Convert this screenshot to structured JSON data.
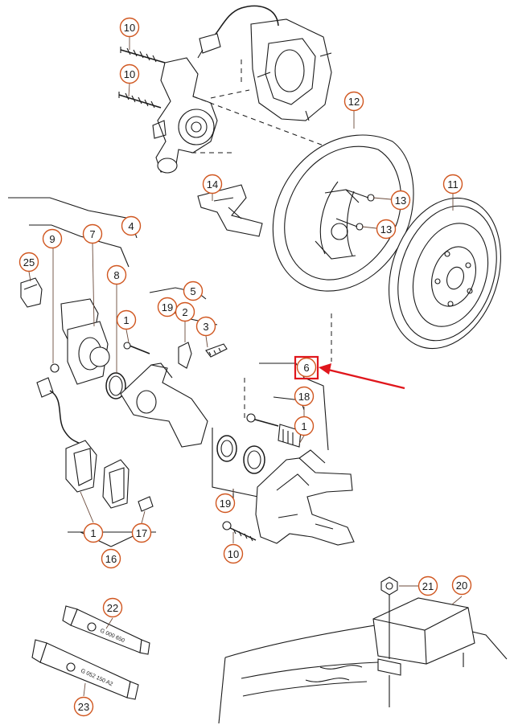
{
  "callouts": [
    "10",
    "10",
    "12",
    "14",
    "13",
    "13",
    "11",
    "4",
    "7",
    "9",
    "25",
    "8",
    "5",
    "19",
    "2",
    "3",
    "1",
    "6",
    "18",
    "1",
    "19",
    "10",
    "1",
    "17",
    "16",
    "21",
    "20",
    "22",
    "23"
  ],
  "tube_labels": [
    "G 000 650",
    "G 052 150 A2"
  ],
  "colors": {
    "callout_border": "#d0561f",
    "highlight": "#e0161c",
    "line": "#1a1a1a"
  },
  "highlight_target": "6"
}
